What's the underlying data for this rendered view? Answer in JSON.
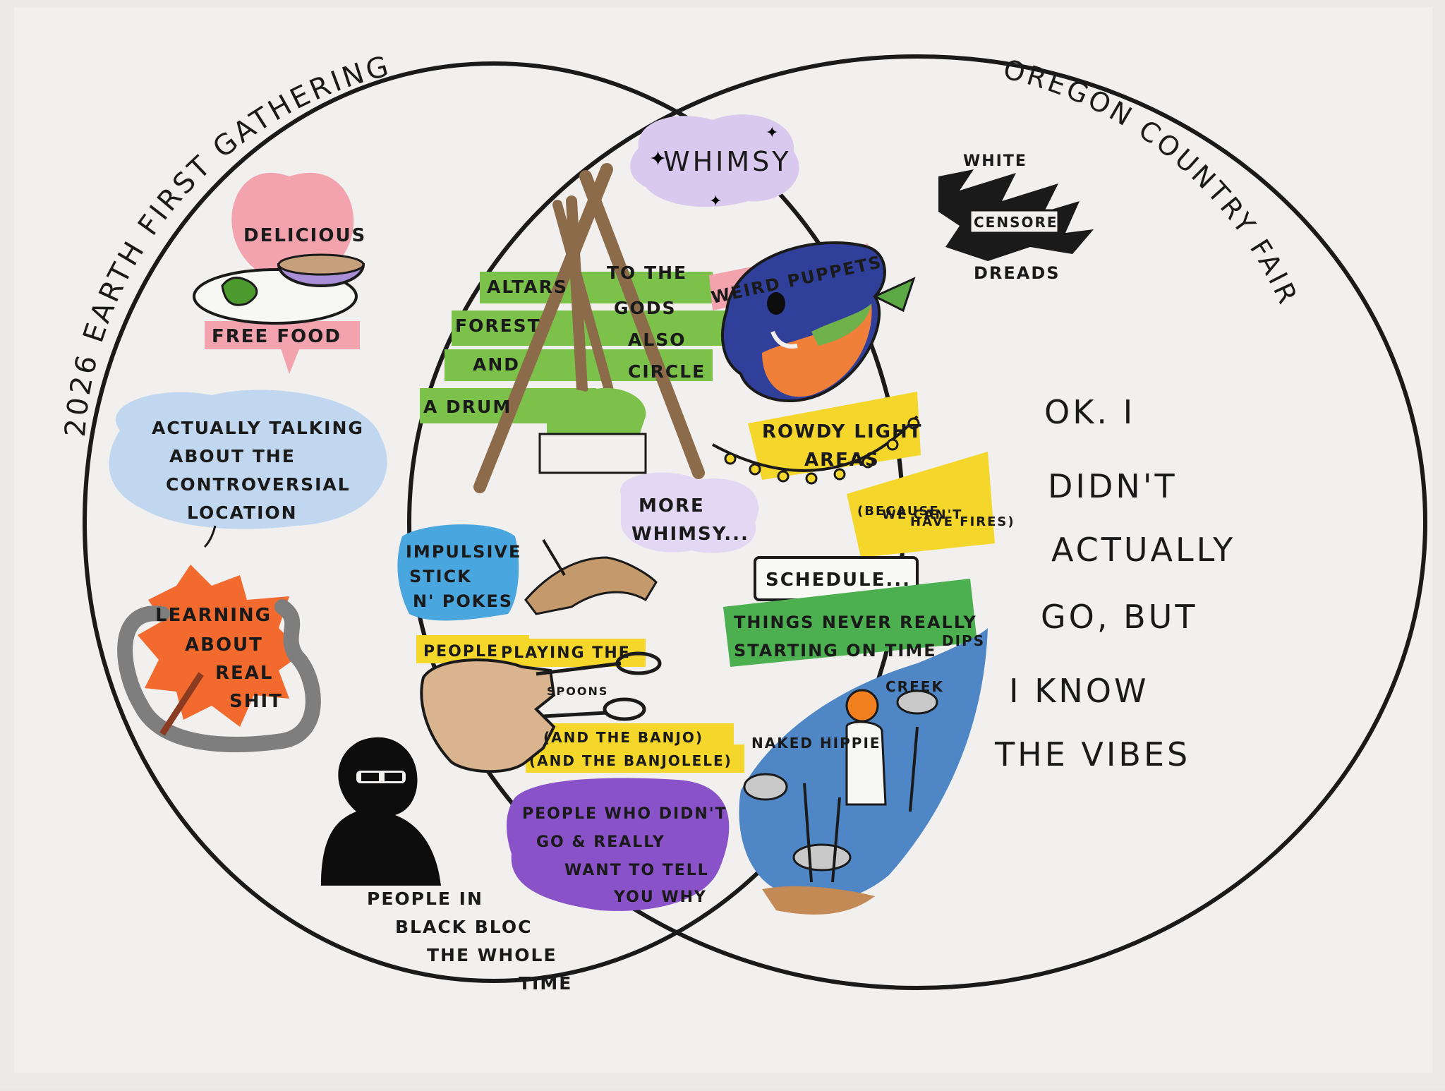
{
  "venn": {
    "left_set": "2026 EARTH FIRST GATHERING",
    "right_set": "OREGON COUNTRY FAIR"
  },
  "left_only": {
    "delicious": "DELICIOUS",
    "free_food": "FREE FOOD",
    "talking": [
      "ACTUALLY TALKING",
      "ABOUT THE",
      "CONTROVERSIAL",
      "LOCATION"
    ],
    "learning": [
      "LEARNING",
      "ABOUT",
      "REAL",
      "SHIT"
    ],
    "black_bloc": [
      "PEOPLE IN",
      "BLACK BLOC",
      "THE WHOLE",
      "TIME"
    ]
  },
  "overlap": {
    "whimsy": "WHIMSY",
    "altars": [
      "ALTARS",
      "FOREST",
      "AND",
      "A DRUM"
    ],
    "gods": [
      "TO THE",
      "GODS",
      "ALSO",
      "CIRCLE"
    ],
    "weird_puppets": "WEIRD PUPPETS",
    "rowdy": [
      "ROWDY LIGHT",
      "AREAS"
    ],
    "because": [
      "(BECAUSE",
      "WE CAN'T",
      "HAVE FIRES)"
    ],
    "more_whimsy": [
      "MORE",
      "WHIMSY..."
    ],
    "impulsive": [
      "IMPULSIVE",
      "STICK",
      "N' POKES"
    ],
    "schedule": "SCHEDULE...",
    "never_on_time": [
      "THINGS NEVER REALLY",
      "STARTING ON TIME"
    ],
    "spoons": [
      "PEOPLE",
      "PLAYING THE",
      "SPOONS",
      "(AND THE BANJO)",
      "(AND THE BANJOLELE)"
    ],
    "creek": [
      "NAKED HIPPIE",
      "CREEK",
      "DIPS"
    ],
    "didnt_go": [
      "PEOPLE WHO DIDN'T",
      "GO & REALLY",
      "WANT TO TELL",
      "YOU WHY"
    ]
  },
  "right_only": {
    "white": "WHITE",
    "censored": "CENSORED",
    "dreads": "DREADS",
    "vibes": [
      "OK. I",
      "DIDN'T",
      "ACTUALLY",
      "GO, BUT",
      "I KNOW",
      "THE VIBES"
    ]
  },
  "colors": {
    "paper": "#f1f0ee",
    "ink": "#1a1a1a",
    "pink": "#f2a3ae",
    "green": "#7cc14a",
    "blue": "#8fb8e6",
    "orange": "#f26a2e",
    "yellow": "#f5d62a",
    "purple": "#a98fd6",
    "deep_purple": "#8a52c8",
    "creek_blue": "#4f86c6"
  },
  "icons": [
    "heart-icon",
    "food-bowl-icon",
    "speech-bubble-icon",
    "snake-icon",
    "hooded-figure-icon",
    "teepee-icon",
    "puppet-fish-icon",
    "string-lights-icon",
    "arm-icon",
    "hand-spoons-icon",
    "creek-icon",
    "sparkle-icon"
  ]
}
